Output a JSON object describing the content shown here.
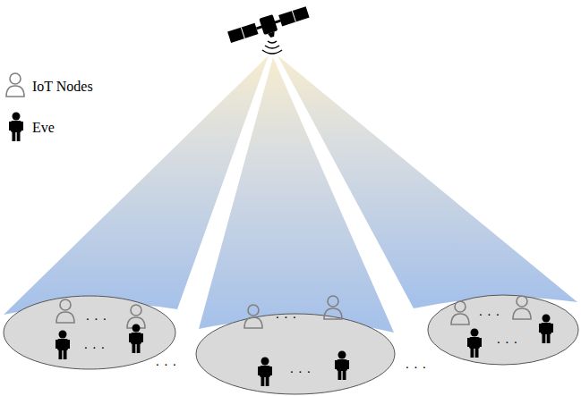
{
  "diagram": {
    "labels": [
      ". . .",
      ". . .",
      ". . .",
      ". . .",
      ". . .",
      ". . .",
      ". . .",
      ". . ."
    ],
    "legend": [
      {
        "text": "IoT Nodes"
      },
      {
        "text": "Eve"
      }
    ]
  }
}
